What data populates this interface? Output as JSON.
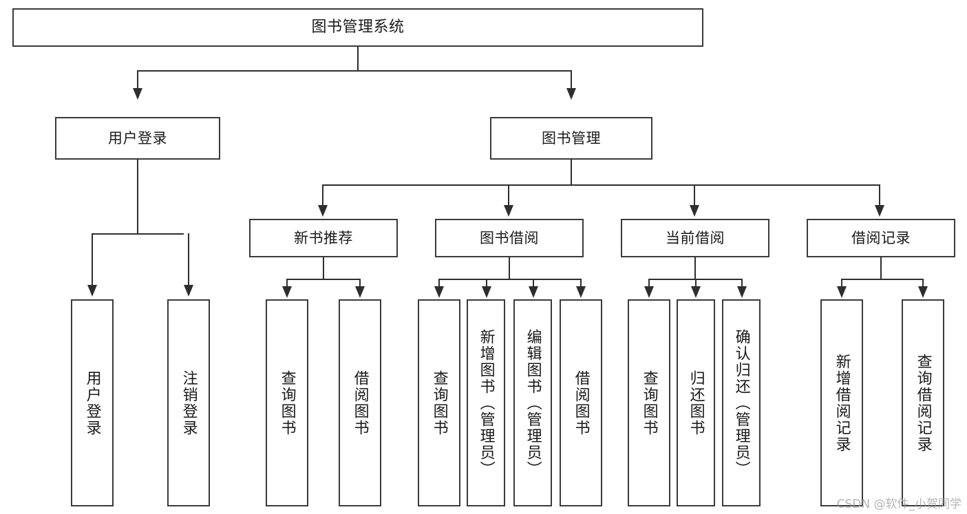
{
  "diagram": {
    "title": "图书管理系统",
    "type": "tree",
    "watermark": "CSDN @软件_小贺同学"
  },
  "nodes": {
    "root": {
      "label": "图书管理系统"
    },
    "level2": [
      {
        "label": "用户登录"
      },
      {
        "label": "图书管理"
      }
    ],
    "level3": [
      {
        "label": "新书推荐"
      },
      {
        "label": "图书借阅"
      },
      {
        "label": "当前借阅"
      },
      {
        "label": "借阅记录"
      }
    ],
    "leaves_user_login": [
      {
        "label": "用户登录"
      },
      {
        "label": "注销登录"
      }
    ],
    "leaves_new_book": [
      {
        "label": "查询图书"
      },
      {
        "label": "借阅图书"
      }
    ],
    "leaves_borrow": [
      {
        "label": "查询图书"
      },
      {
        "label": "新增图书（管理员）"
      },
      {
        "label": "编辑图书（管理员）"
      },
      {
        "label": "借阅图书"
      }
    ],
    "leaves_current": [
      {
        "label": "查询图书"
      },
      {
        "label": "归还图书"
      },
      {
        "label": "确认归还（管理员）"
      }
    ],
    "leaves_record": [
      {
        "label": "新增借阅记录"
      },
      {
        "label": "查询借阅记录"
      }
    ]
  },
  "colors": {
    "stroke": "#3a3a3a",
    "connector": "#2e2e2e",
    "fill": "#ffffff",
    "text": "#1a1a1a",
    "watermark": "#9a9a9a"
  }
}
